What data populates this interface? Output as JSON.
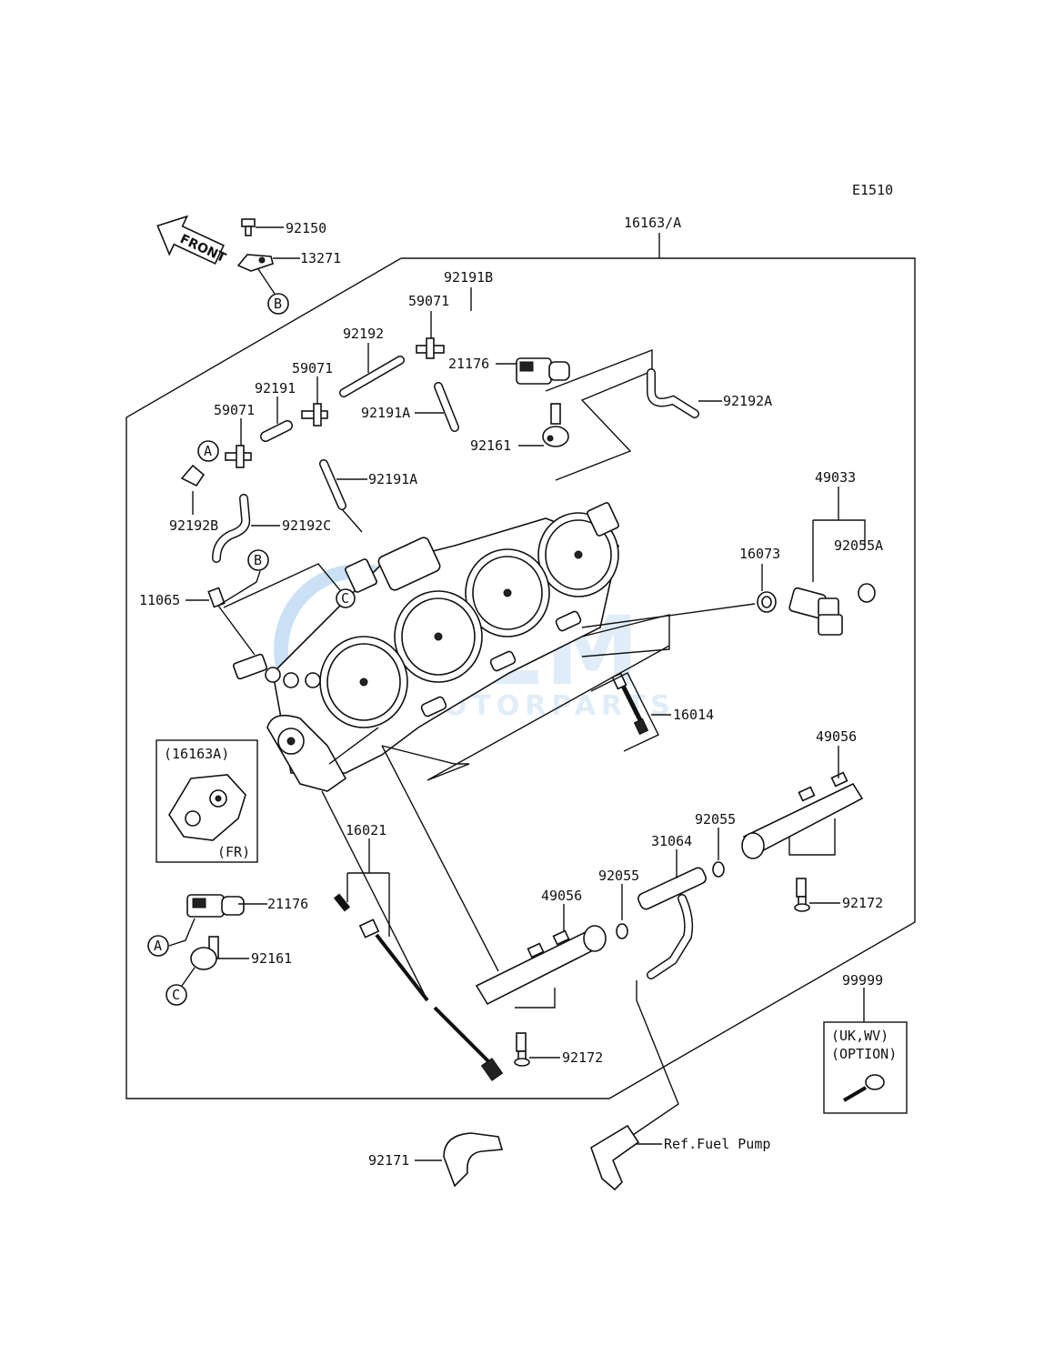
{
  "diagram": {
    "code": "E1510",
    "front_label": "FRONT",
    "labels": {
      "p16163A": "16163/A",
      "p92150": "92150",
      "p13271": "13271",
      "p92191B": "92191B",
      "p59071_top": "59071",
      "p92192": "92192",
      "p21176_top": "21176",
      "p59071_mid": "59071",
      "p92191": "92191",
      "p92191A_top": "92191A",
      "p92192A": "92192A",
      "p59071_left": "59071",
      "p92161_top": "92161",
      "p92191A_mid": "92191A",
      "p49033": "49033",
      "p92192B": "92192B",
      "p92192C": "92192C",
      "p92055A": "92055A",
      "p16073": "16073",
      "p11065": "11065",
      "p16014": "16014",
      "p49056_right": "49056",
      "p16163A_inset": "(16163A)",
      "p_fr": "(FR)",
      "p92055_right": "92055",
      "p31064": "31064",
      "p16021": "16021",
      "p92055_left": "92055",
      "p92172_right": "92172",
      "p21176_bottom": "21176",
      "p49056_left": "49056",
      "p92161_bottom": "92161",
      "p99999": "99999",
      "p92172_bottom": "92172",
      "p_ukwv": "(UK,WV)",
      "p_option": "(OPTION)",
      "p92171": "92171",
      "p_fuel_pump": "Ref.Fuel Pump"
    },
    "callouts": {
      "A": "A",
      "B": "B",
      "C": "C"
    },
    "watermark": {
      "brand": "OEM",
      "sub": "MOTORPARTS"
    }
  }
}
